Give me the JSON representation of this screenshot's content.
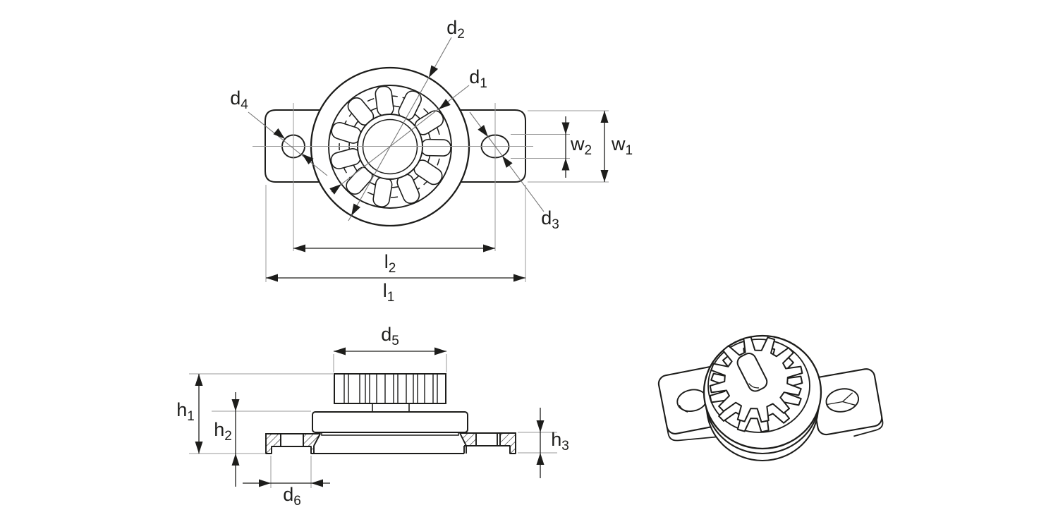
{
  "drawing": {
    "colors": {
      "line": "#1d1d1b",
      "thin_line": "#999999",
      "background": "#ffffff"
    },
    "front_view": {
      "labels": {
        "d2": {
          "base": "d",
          "sub": "2"
        },
        "d1": {
          "base": "d",
          "sub": "1"
        },
        "d4": {
          "base": "d",
          "sub": "4"
        },
        "d3": {
          "base": "d",
          "sub": "3"
        },
        "w2": {
          "base": "w",
          "sub": "2"
        },
        "w1": {
          "base": "w",
          "sub": "1"
        },
        "l2": {
          "base": "l",
          "sub": "2"
        },
        "l1": {
          "base": "l",
          "sub": "1"
        }
      }
    },
    "side_view": {
      "labels": {
        "d5": {
          "base": "d",
          "sub": "5"
        },
        "h1": {
          "base": "h",
          "sub": "1"
        },
        "h2": {
          "base": "h",
          "sub": "2"
        },
        "h3": {
          "base": "h",
          "sub": "3"
        },
        "d6": {
          "base": "d",
          "sub": "6"
        }
      }
    }
  }
}
